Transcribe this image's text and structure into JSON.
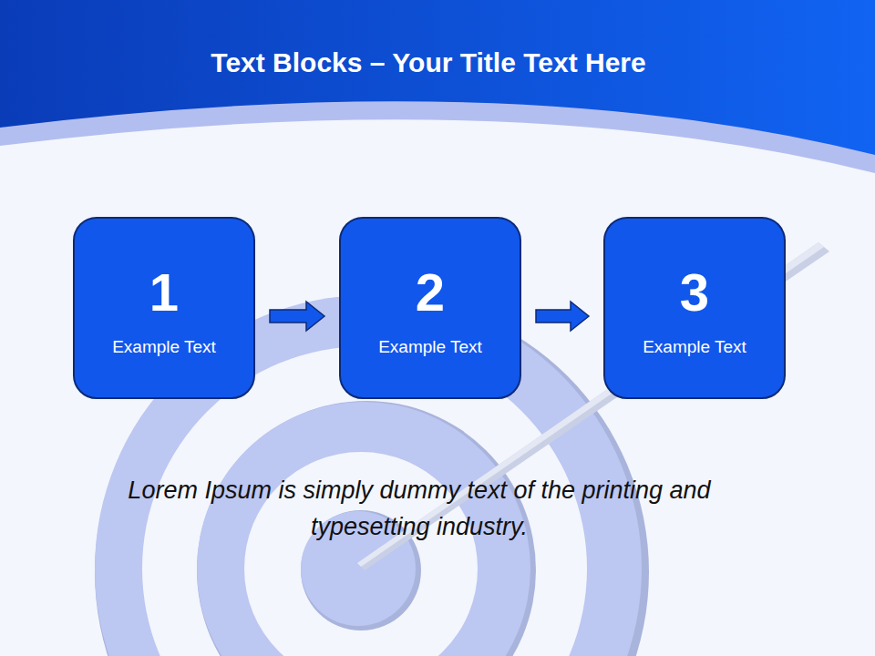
{
  "diagram": {
    "title": "Text Blocks – Your Title Text Here",
    "nodes": [
      {
        "text": [
          "1",
          "Example Text"
        ]
      },
      {
        "text": [
          "2",
          "Example Text"
        ]
      },
      {
        "text": [
          "3",
          "Example Text"
        ]
      }
    ],
    "edges": [
      {
        "from": 0,
        "to": 1,
        "arrow": "to"
      },
      {
        "from": 1,
        "to": 2,
        "arrow": "to"
      }
    ],
    "labels": [
      "Lorem Ipsum is simply dummy text of the printing and typesetting industry."
    ]
  }
}
